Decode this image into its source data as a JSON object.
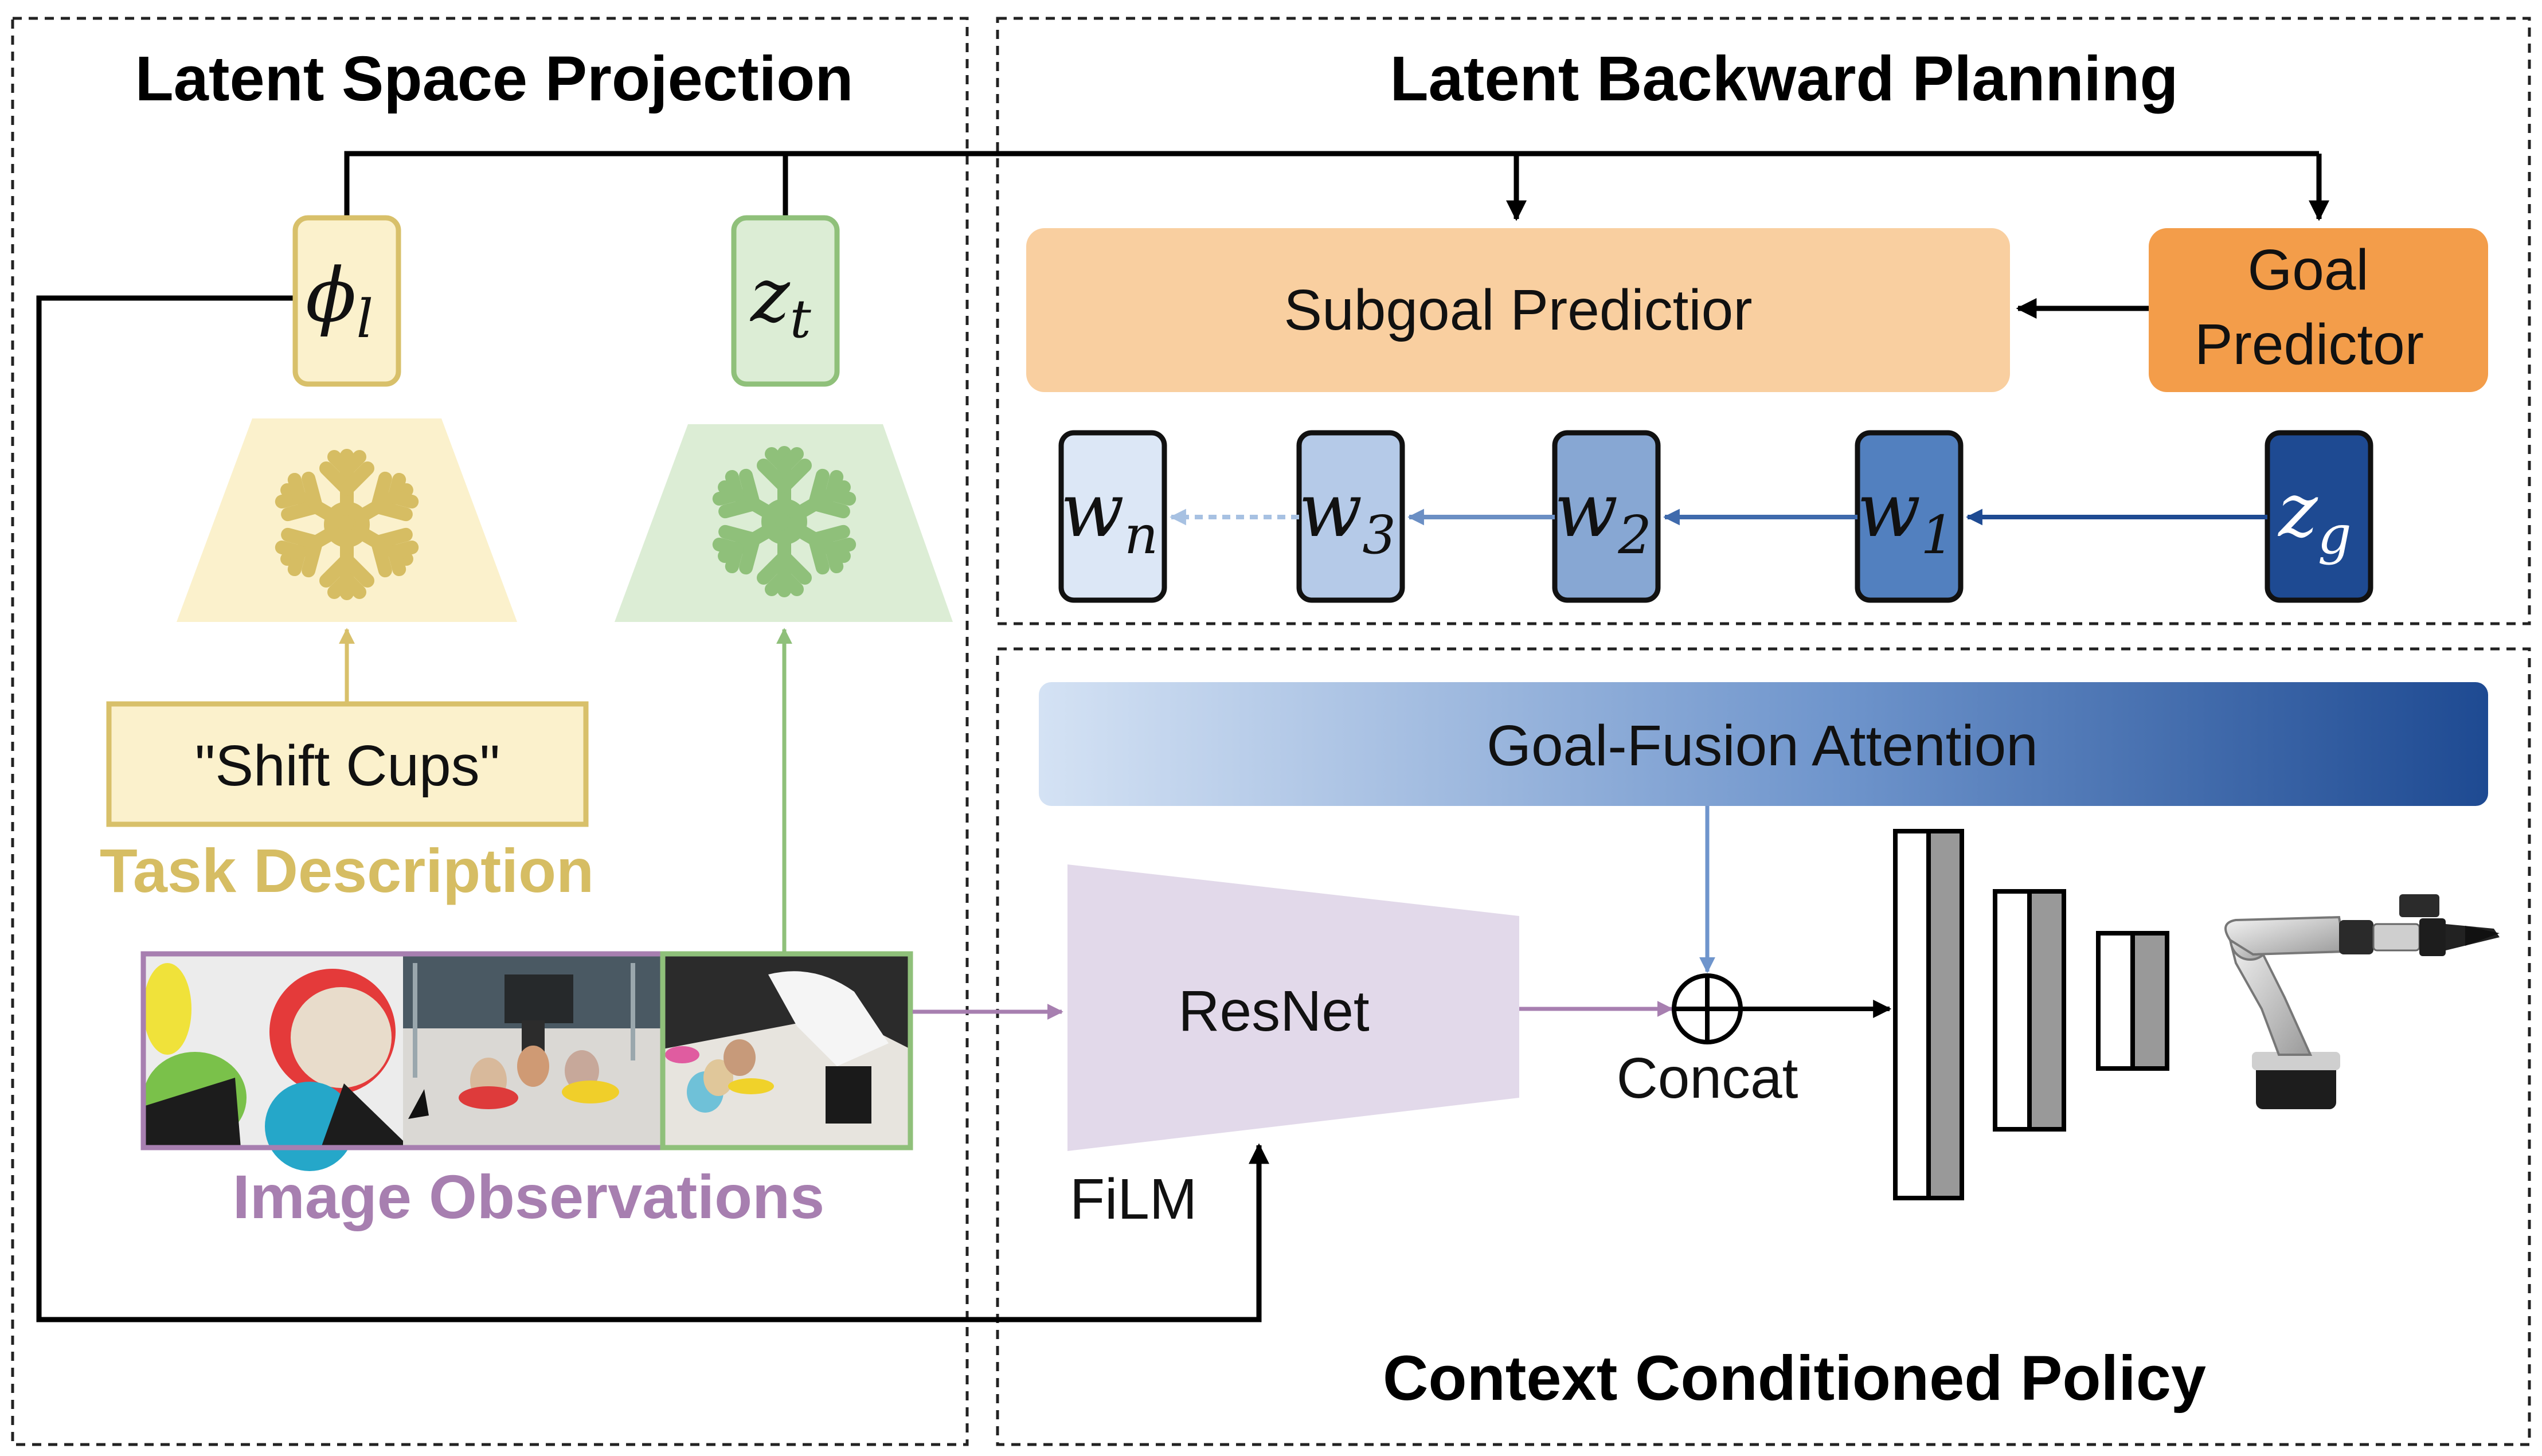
{
  "sections": {
    "latent_space_projection": "Latent Space Projection",
    "latent_backward_planning": "Latent Backward Planning",
    "context_conditioned_policy": "Context Conditioned Policy"
  },
  "projection": {
    "phi_symbol": "ϕ",
    "phi_sub": "l",
    "z_symbol": "z",
    "z_sub": "t",
    "task_text": "\"Shift Cups\"",
    "task_caption": "Task Description",
    "image_caption": "Image Observations",
    "frozen_icon": "snowflake-icon"
  },
  "planning": {
    "subgoal_predictor": "Subgoal Predictior",
    "goal_predictor_line1": "Goal",
    "goal_predictor_line2": "Predictor",
    "chain": [
      {
        "symbol": "w",
        "sub": "n"
      },
      {
        "symbol": "w",
        "sub": "3"
      },
      {
        "symbol": "w",
        "sub": "2"
      },
      {
        "symbol": "w",
        "sub": "1"
      },
      {
        "symbol": "z",
        "sub": "g"
      }
    ]
  },
  "policy": {
    "attention": "Goal-Fusion Attention",
    "resnet": "ResNet",
    "film": "FiLM",
    "concat": "Concat",
    "robot_icon": "robot-arm-icon"
  },
  "colors": {
    "yellow_fill": "#fbf1cc",
    "yellow_stroke": "#d8c06a",
    "yellow_text": "#d6bd63",
    "green_fill": "#dcedd5",
    "green_stroke": "#8fc07a",
    "purple": "#a77fb0",
    "subgoal_fill": "#f9cfa0",
    "goal_fill": "#f39d4a",
    "resnet_fill": "#e2d9ea",
    "blue_dark": "#1e4a92",
    "blue_light": "#d4e2f4"
  }
}
